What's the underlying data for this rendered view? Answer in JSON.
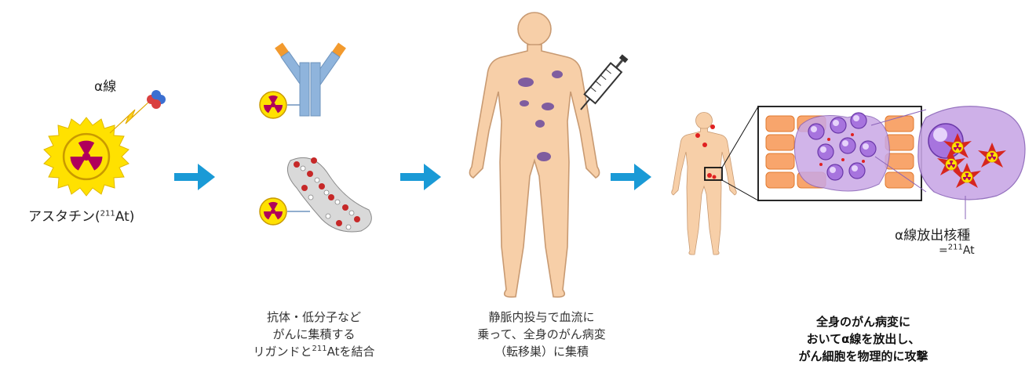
{
  "panel1": {
    "alpha_label": "α線",
    "element_label": "アスタチン(",
    "element_mass": "211",
    "element_symbol": "At)"
  },
  "panel2": {
    "caption_line1": "抗体・低分子など",
    "caption_line2": "がんに集積する",
    "caption_line3_pre": "リガンドと",
    "caption_line3_mass": "211",
    "caption_line3_post": "Atを結合"
  },
  "panel3": {
    "caption_line1": "静脈内投与で血流に",
    "caption_line2": "乗って、全身のがん病変",
    "caption_line3": "（転移巣）に集積"
  },
  "panel4": {
    "emitter_label": "α線放出核種",
    "emitter_eq_pre": "=",
    "emitter_mass": "211",
    "emitter_symbol": "At",
    "caption_line1": "全身のがん病変に",
    "caption_line2": "おいてα線を放出し、",
    "caption_line3": "がん細胞を物理的に攻撃"
  },
  "colors": {
    "arrow": "#1a9ad6",
    "sun": "#ffe100",
    "radiation": "#b0005a",
    "skin": "#f7cfa8",
    "skin_outline": "#c89a72",
    "tumor": "#6b4a9e",
    "lesion_red": "#e02020",
    "antibody_blue": "#8fb4dc",
    "antibody_orange": "#f29a2e",
    "cell_orange": "#f8a56c",
    "cluster_purple": "#c9a8e6"
  }
}
